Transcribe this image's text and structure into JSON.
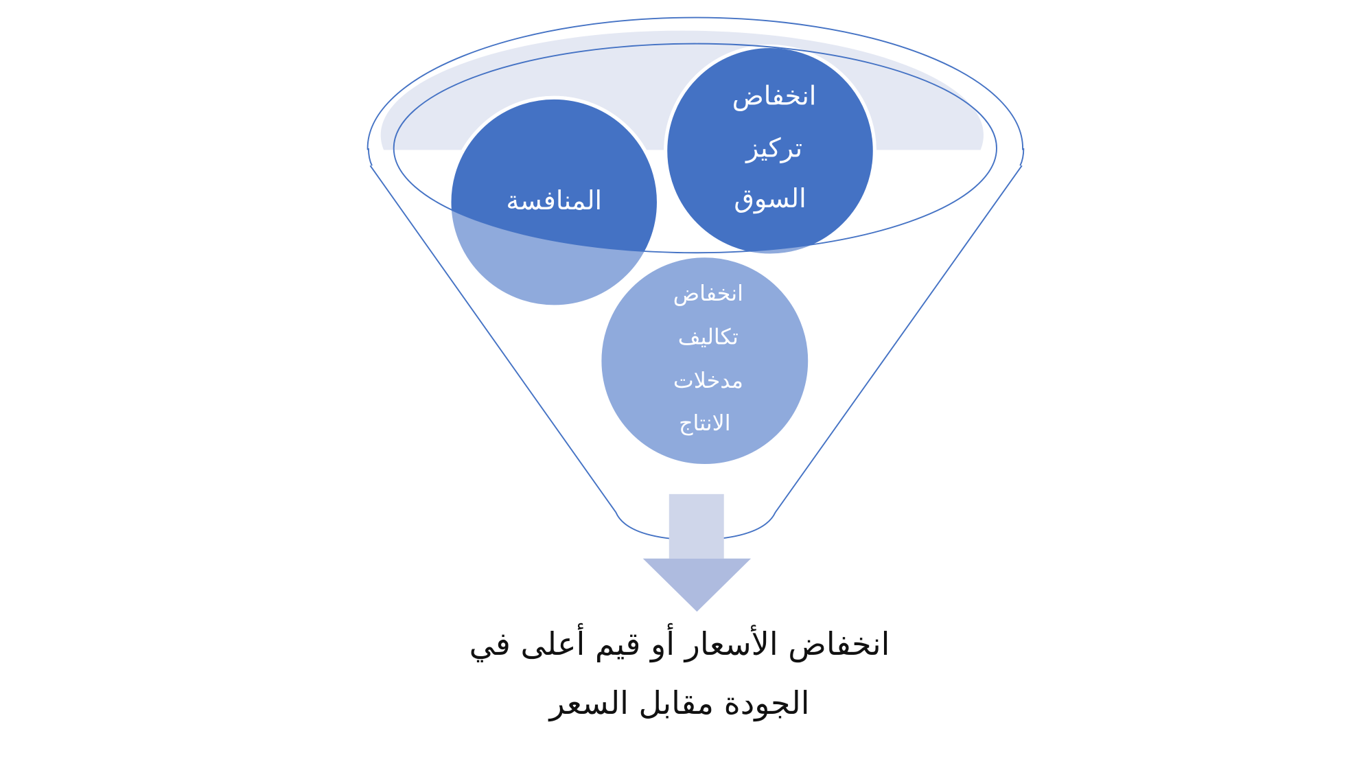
{
  "colors": {
    "dark_circle": "#4472C4",
    "light_circle": "#8FAADC",
    "funnel_line": "#4472C4",
    "rim_fill": "#E4E8F3",
    "arrow": "#AEBBDF"
  },
  "inputs": [
    {
      "id": "competition",
      "lines": [
        "المنافسة"
      ]
    },
    {
      "id": "market",
      "lines": [
        "انخفاض",
        "تركيز",
        "السوق"
      ]
    },
    {
      "id": "costs",
      "lines": [
        "انخفاض",
        "تكاليف",
        "مدخلات",
        "الانتاج"
      ]
    }
  ],
  "result": {
    "lines": [
      "انخفاض الأسعار أو قيم أعلى في",
      "الجودة مقابل السعر"
    ]
  }
}
